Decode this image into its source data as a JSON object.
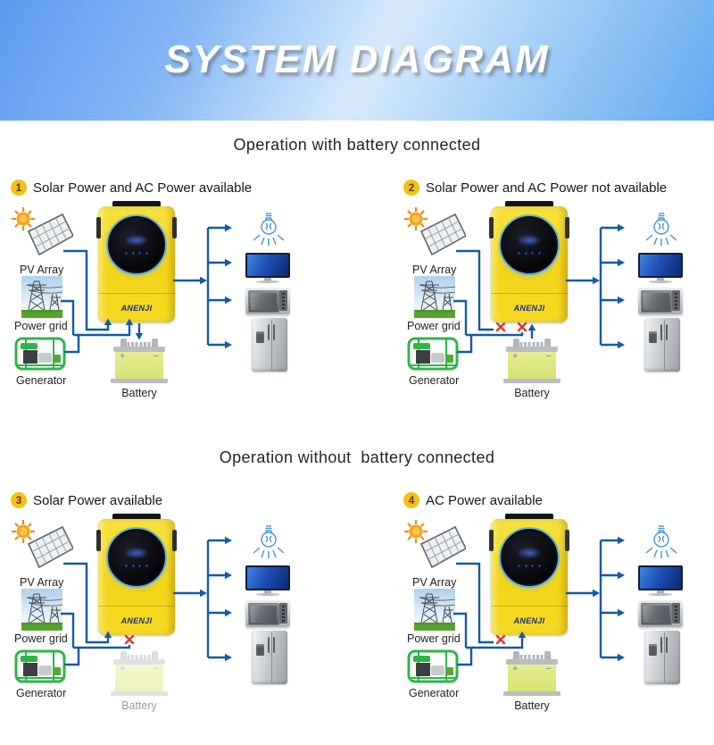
{
  "banner": {
    "title": "SYSTEM DIAGRAM"
  },
  "sections": {
    "with_battery": "Operation with battery connected",
    "without_battery": "Operation without  battery connected"
  },
  "brand": {
    "name": "ANENJI"
  },
  "labels": {
    "pv": "PV Array",
    "grid": "Power grid",
    "generator": "Generator",
    "battery": "Battery",
    "plus": "+",
    "minus": "−"
  },
  "panels": [
    {
      "number": "1",
      "title": "Solar Power and AC Power available"
    },
    {
      "number": "2",
      "title": "Solar Power and AC Power not available"
    },
    {
      "number": "3",
      "title": "Solar Power available"
    },
    {
      "number": "4",
      "title": "AC Power available"
    }
  ],
  "colors": {
    "line_blue": "#1559a6",
    "cross_red": "#df352b",
    "badge_yellow": "#f6bf15",
    "inverter_yellow": "#f2d418",
    "banner_blue": "#5e9af0"
  }
}
